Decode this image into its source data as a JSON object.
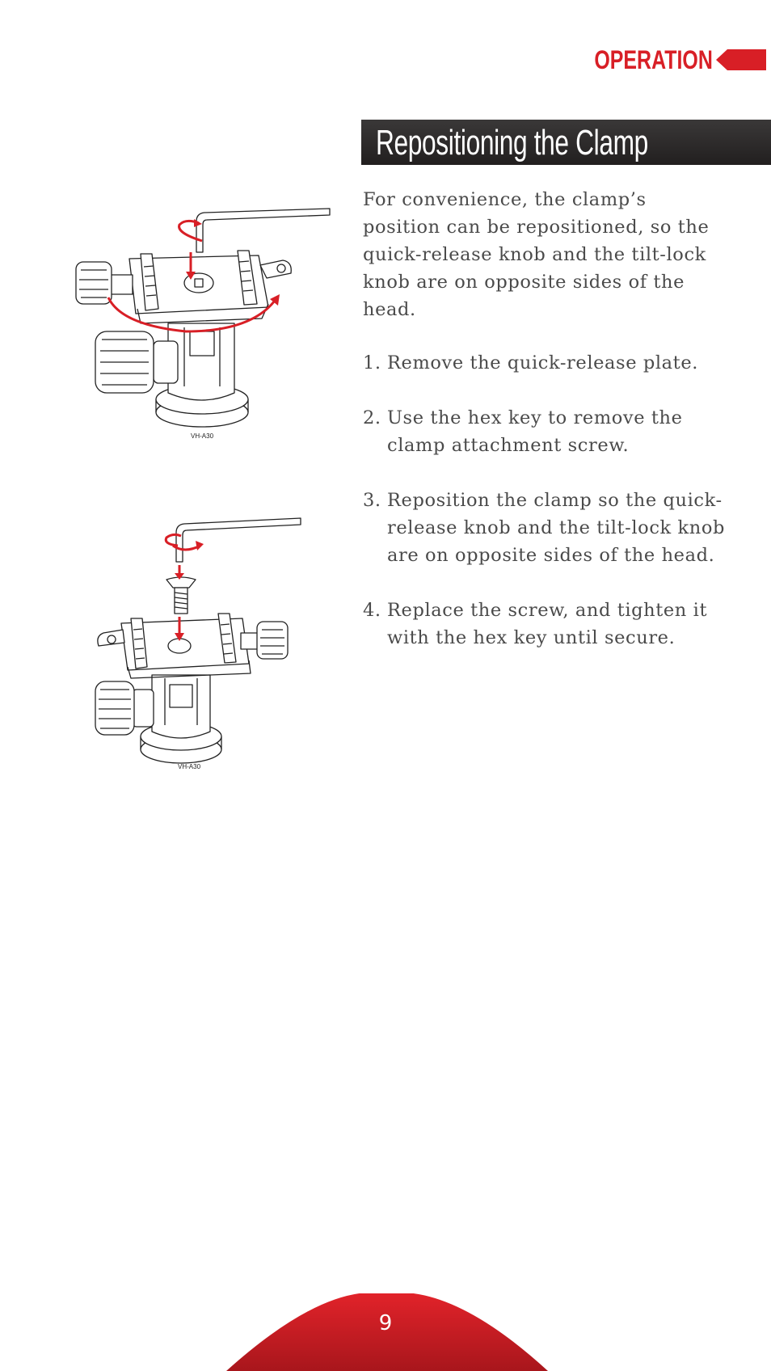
{
  "header": {
    "section": "OPERATION"
  },
  "section_title": "Repositioning the Clamp",
  "intro": "For convenience, the clamp’s position can be repositioned, so the quick-release knob and the tilt-lock knob are on opposite sides of the head.",
  "steps": [
    {
      "num": "1.",
      "text": "Remove the quick-release plate."
    },
    {
      "num": "2.",
      "text": "Use the hex key to remove the clamp attachment screw."
    },
    {
      "num": "3.",
      "text": "Reposition the clamp so the quick-release knob and the tilt-lock knob are on opposite sides of the head."
    },
    {
      "num": "4.",
      "text": "Replace the screw, and tighten it with the hex key until secure."
    }
  ],
  "figures": {
    "model_label_1": "VH-A30",
    "model_label_2": "VH-A30"
  },
  "colors": {
    "accent": "#d81f26",
    "title_bar": "#2a2727",
    "body_text": "#4a4a4a"
  },
  "footer": {
    "page_number": "9"
  }
}
